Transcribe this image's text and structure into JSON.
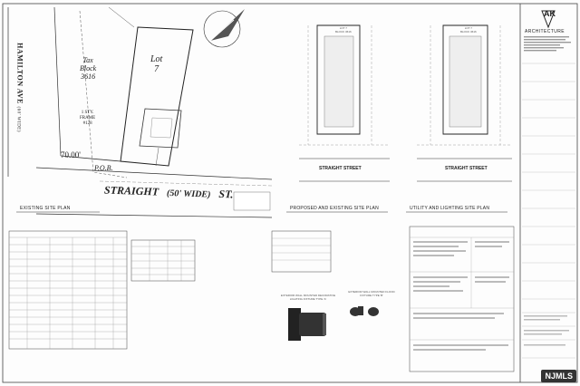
{
  "site_plan": {
    "street_main": "HAMILTON AVE",
    "street_main_width": "(60' WIDE)",
    "tax_block": "Tax\nBlock\n3616",
    "lot_label": "Lot\n7",
    "dimension_front": "70.00'",
    "pob": "P.O.B.",
    "street_bottom": "STRAIGHT",
    "street_bottom_width": "(50' WIDE)",
    "street_bottom_suffix": "ST.",
    "house_label": "1 STY.\nFRAME\n#128",
    "title": "EXISTING SITE PLAN"
  },
  "proposed_plan": {
    "street": "STRAIGHT STREET",
    "title": "PROPOSED AND EXISTING SITE PLAN",
    "lot_tag": "LOT 7\nBLOCK 3616"
  },
  "utility_plan": {
    "street": "STRAIGHT STREET",
    "title": "UTILITY AND LIGHTING SITE PLAN",
    "lot_tag": "LOT 7\nBLOCK 3616"
  },
  "fixtures": {
    "fixture_a": "EXTERIOR WALL MOUNTED DECORATIVE LIGHTING FIXTURE TYPE 'A'",
    "fixture_b": "EXTERIOR WALL MOUNTED FLOOD FIXTURE TYPE 'B'"
  },
  "title_block": {
    "firm": "ARCHITECTURE",
    "logo": "AK"
  },
  "watermark": "NJMLS"
}
